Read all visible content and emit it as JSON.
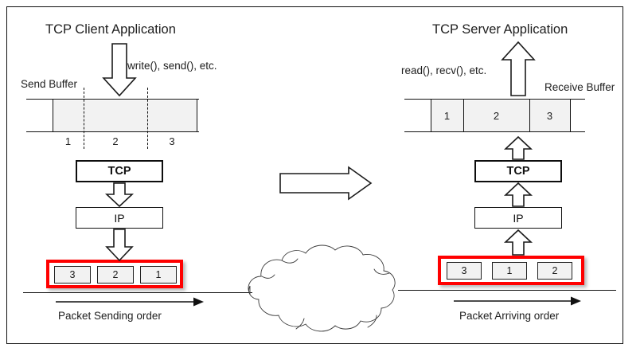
{
  "diagram": {
    "title_left": "TCP Client Application",
    "title_right": "TCP Server Application",
    "client": {
      "api_call_label": "write(), send(), etc.",
      "buffer_label": "Send Buffer",
      "buffer_segments": [
        "1",
        "2",
        "3"
      ],
      "tcp_label": "TCP",
      "ip_label": "IP",
      "packets": [
        "3",
        "2",
        "1"
      ],
      "order_label": "Packet Sending order"
    },
    "server": {
      "api_call_label": "read(), recv(), etc.",
      "buffer_label": "Receive Buffer",
      "buffer_segments": [
        "1",
        "2",
        "3"
      ],
      "tcp_label": "TCP",
      "ip_label": "IP",
      "packets": [
        "3",
        "1",
        "2"
      ],
      "order_label": "Packet Arriving order"
    },
    "network": {
      "cloud_name": "network-cloud",
      "transfer_arrow_name": "transfer-arrow"
    },
    "colors": {
      "packet_highlight": "#ff0000",
      "buffer_fill": "#f2f2f2",
      "stroke": "#111111",
      "background": "#ffffff"
    }
  }
}
